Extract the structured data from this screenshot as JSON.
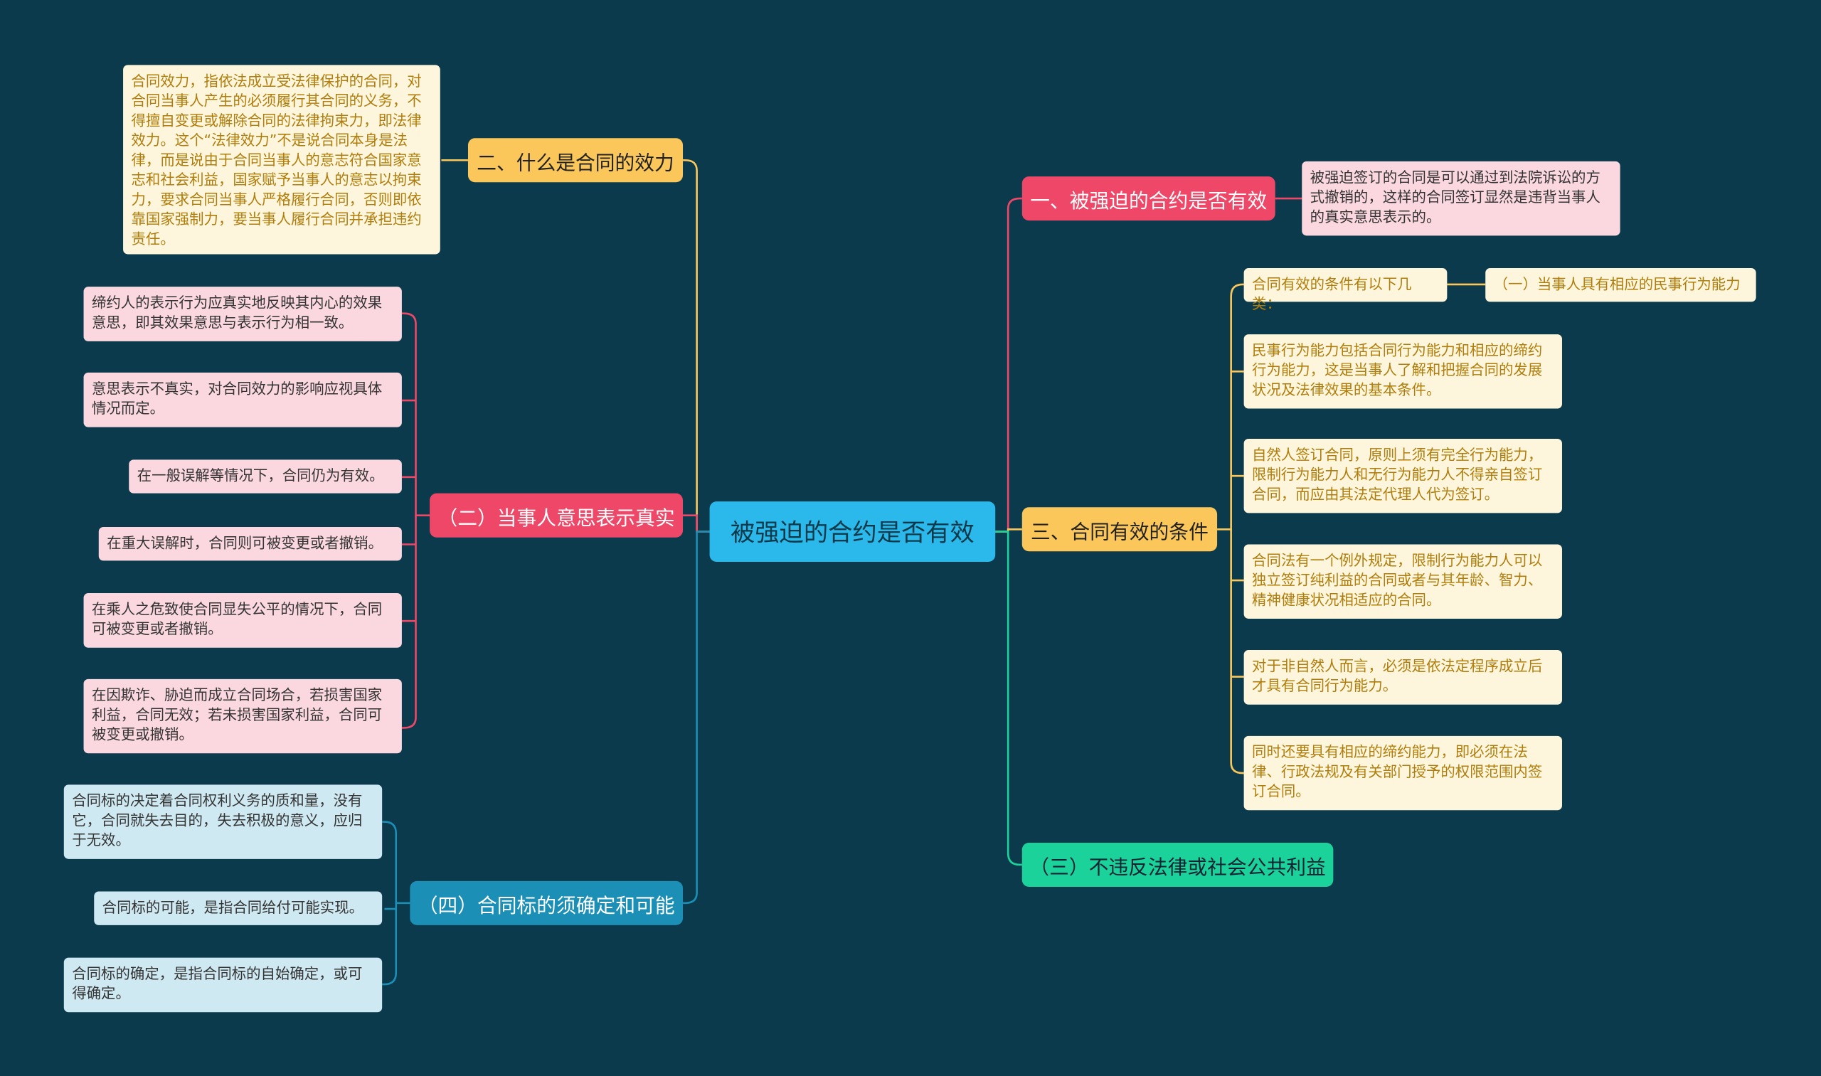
{
  "root": "被强迫的合约是否有效",
  "left": {
    "b2": {
      "label": "二、什么是合同的效力",
      "text": "合同效力，指依法成立受法律保护的合同，对合同当事人产生的必须履行其合同的义务，不得擅自变更或解除合同的法律拘束力，即法律效力。这个“法律效力”不是说合同本身是法律，而是说由于合同当事人的意志符合国家意志和社会利益，国家赋予当事人的意志以拘束力，要求合同当事人严格履行合同，否则即依靠国家强制力，要当事人履行合同并承担违约责任。"
    },
    "b_express": {
      "label": "（二）当事人意思表示真实",
      "items": [
        "缔约人的表示行为应真实地反映其内心的效果意思，即其效果意思与表示行为相一致。",
        "意思表示不真实，对合同效力的影响应视具体情况而定。",
        "在一般误解等情况下，合同仍为有效。",
        "在重大误解时，合同则可被变更或者撤销。",
        "在乘人之危致使合同显失公平的情况下，合同可被变更或者撤销。",
        "在因欺诈、胁迫而成立合同场合，若损害国家利益，合同无效；若未损害国家利益，合同可被变更或撤销。"
      ]
    },
    "b_object": {
      "label": "（四）合同标的须确定和可能",
      "items": [
        "合同标的决定着合同权利义务的质和量，没有它，合同就失去目的，失去积极的意义，应归于无效。",
        "合同标的可能，是指合同给付可能实现。",
        "合同标的确定，是指合同标的自始确定，或可得确定。"
      ]
    }
  },
  "right": {
    "b1": {
      "label": "一、被强迫的合约是否有效",
      "text": "被强迫签订的合同是可以通过到法院诉讼的方式撤销的，这样的合同签订显然是违背当事人的真实意思表示的。"
    },
    "b3": {
      "label": "三、合同有效的条件",
      "cond_label": "合同有效的条件有以下几类：",
      "cond_child": "（一）当事人具有相应的民事行为能力",
      "items": [
        "民事行为能力包括合同行为能力和相应的缔约行为能力，这是当事人了解和把握合同的发展状况及法律效果的基本条件。",
        "自然人签订合同，原则上须有完全行为能力，限制行为能力人和无行为能力人不得亲自签订合同，而应由其法定代理人代为签订。",
        "合同法有一个例外规定，限制行为能力人可以独立签订纯利益的合同或者与其年龄、智力、精神健康状况相适应的合同。",
        "对于非自然人而言，必须是依法定程序成立后才具有合同行为能力。",
        "同时还要具有相应的缔约能力，即必须在法律、行政法规及有关部门授予的权限范围内签订合同。"
      ]
    },
    "b_law": {
      "label": "（三）不违反法律或社会公共利益"
    }
  },
  "colors": {
    "background": "#0b3a4d",
    "root": "#2bb8ea",
    "yellow": "#fbc75a",
    "red": "#ef4767",
    "blue": "#1b8fb5",
    "green": "#1bd39a"
  }
}
